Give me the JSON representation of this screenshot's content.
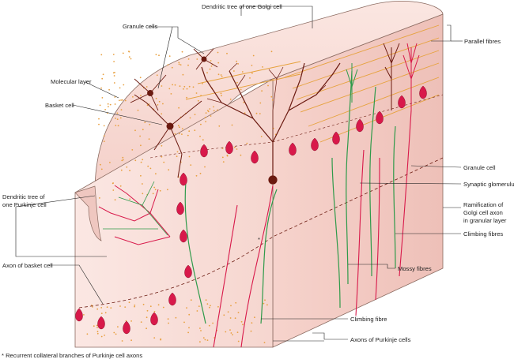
{
  "labels": {
    "dendritic_tree_golgi": "Dendritic tree of one Golgi cell",
    "granule_cells": "Granule cells",
    "molecular_layer": "Molecular layer",
    "basket_cell": "Basket cell",
    "dendritic_tree_purkinje_1": "Dendritic tree of",
    "dendritic_tree_purkinje_2": "one Purkinje cell",
    "axon_basket_cell": "Axon of basket cell",
    "parallel_fibres": "Parallel fibres",
    "granule_cell": "Granule cell",
    "synaptic_glomerulus": "Synaptic glomerulus",
    "ramification_1": "Ramification of",
    "ramification_2": "Golgi cell axon",
    "ramification_3": "in granular layer",
    "climbing_fibres": "Climbing fibres",
    "mossy_fibres": "Mossy fibres",
    "climbing_fibre": "Climbing fibre",
    "axons_purkinje": "Axons of Purkinje cells",
    "asterisk": "*"
  },
  "footnote": "* Recurrent collateral branches of Purkinje cell axons",
  "colors": {
    "tissue": "#f8dcd6",
    "tissue_dark": "#f0c4bc",
    "outline": "#7a5a50",
    "dendrite": "#6b1a10",
    "purkinje": "#d8194a",
    "climbing": "#2e9a4a",
    "parallel": "#e6a23c",
    "granule_dots": "#e8a040"
  }
}
